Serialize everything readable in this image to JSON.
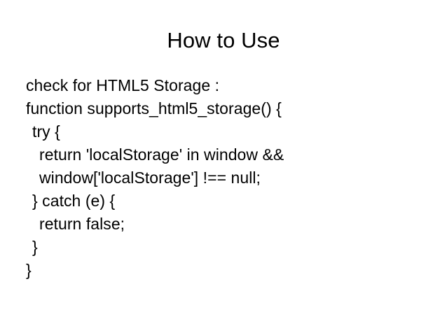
{
  "slide": {
    "title": "How to Use",
    "background_color": "#ffffff",
    "text_color": "#000000",
    "lines": [
      {
        "text": "check for HTML5 Storage :",
        "indent": 0
      },
      {
        "text": "function supports_html5_storage() {",
        "indent": 0
      },
      {
        "text": "try {",
        "indent": 1
      },
      {
        "text": "return 'localStorage' in window &&",
        "indent": 2
      },
      {
        "text": "window['localStorage'] !== null;",
        "indent": 2
      },
      {
        "text": "} catch (e) {",
        "indent": 1
      },
      {
        "text": "return false;",
        "indent": 2
      },
      {
        "text": "}",
        "indent": 1
      },
      {
        "text": "}",
        "indent": 0
      }
    ]
  }
}
